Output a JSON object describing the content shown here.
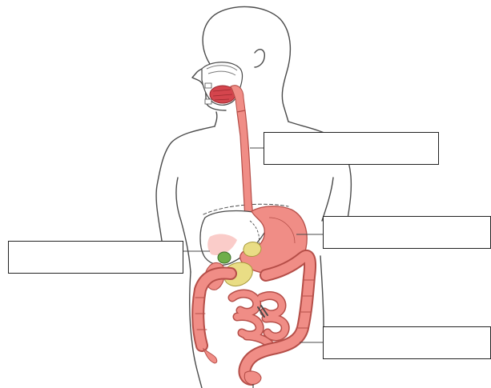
{
  "diagram": {
    "colors": {
      "outline": "#4a4a4a",
      "organ_fill": "#f08d86",
      "organ_stroke": "#b54e48",
      "mouth_fill": "#d4454d",
      "liver_fill": "#f5a39c",
      "gallbladder_fill": "#efe27a",
      "pancreas_fill": "#e9dd85",
      "label_border": "#222222",
      "background": "#ffffff"
    },
    "labels": [
      {
        "id": "esophagus",
        "text": ""
      },
      {
        "id": "stomach",
        "text": ""
      },
      {
        "id": "liver",
        "text": ""
      },
      {
        "id": "intestine",
        "text": ""
      }
    ]
  }
}
